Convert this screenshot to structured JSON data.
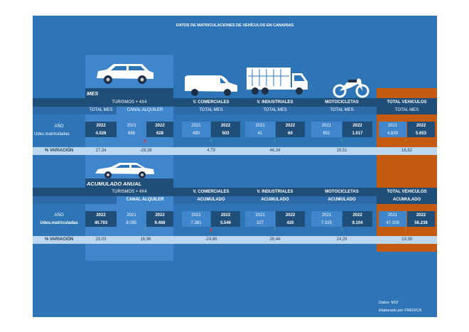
{
  "title": "DATOS DE MATRICULACIONES DE VEHÍCULOS EN CANARIAS",
  "section_mes": {
    "label": "MES",
    "groups": {
      "turismos": "TURISMOS + 4X4",
      "comerciales": "V. COMERCIALES",
      "industriales": "V. INDUSTRIALES",
      "motos": "MOTOCICLETAS",
      "total": "TOTAL VEHICULOS"
    },
    "sub": {
      "total_mes_1": "TOTAL MES",
      "canal": "CANAL ALQUILER",
      "total_mes_2": "TOTAL MES",
      "total_mes_3": "TOTAL MES",
      "total_mes_4": "TOTAL MES",
      "total_mes_5": "TOTAL MES"
    },
    "row_year_label": "AÑO",
    "row_units_label": "Udes.matriculadas",
    "row_var_label": "% VARIACIÓN",
    "years": [
      "2022",
      "2021",
      "2022",
      "2021",
      "2022",
      "2021",
      "2022",
      "2021",
      "2022",
      "2021",
      "2022"
    ],
    "units": [
      "4.026",
      "888",
      "628",
      "480",
      "503",
      "41",
      "60",
      "851",
      "1.017",
      "4.839",
      "5.653"
    ],
    "variation": [
      "17,34",
      "-29,28",
      "4,79",
      "46,34",
      "19,51",
      "16,82"
    ],
    "marker": "."
  },
  "section_acum": {
    "label": "ACUMULADO ANUAL",
    "groups": {
      "turismos": "TURISMOS + 4X4",
      "comerciales": "V. COMERCIALES",
      "industriales": "V. INDUSTRIALES",
      "motos": "MOTOCICLETAS",
      "total": "TOTAL VEHICULOS"
    },
    "sub": {
      "canal": "CANAL ALQUILER",
      "acum_1": "ACUMULADO",
      "acum_2": "ACUMULADO",
      "acum_3": "ACUMULADO",
      "acum_4": "ACUMULADO"
    },
    "row_year_label": "AÑO",
    "row_units_label": "Udes.matriculadas",
    "row_var_label": "% VARIACIÓN",
    "years": [
      "2022",
      "2021",
      "2022",
      "2021",
      "2022",
      "2021",
      "2022",
      "2021",
      "2022",
      "2021",
      "2022"
    ],
    "units": [
      "40.793",
      "8.095",
      "9.468",
      "7.381",
      "5.546",
      "327",
      "420",
      "7.325",
      "9.104",
      "47.108",
      "56.238"
    ],
    "variation": [
      "28,03",
      "16,96",
      "-24,86",
      "28,44",
      "24,29",
      "19,38"
    ]
  },
  "footer": {
    "source": "Datos: MSI",
    "author": "Elaborado por FREDICA"
  },
  "colors": {
    "background": "#2d75b6",
    "dark": "#1f4e79",
    "accent": "#c55a11",
    "up": "#92d050",
    "down": "#e03030"
  }
}
